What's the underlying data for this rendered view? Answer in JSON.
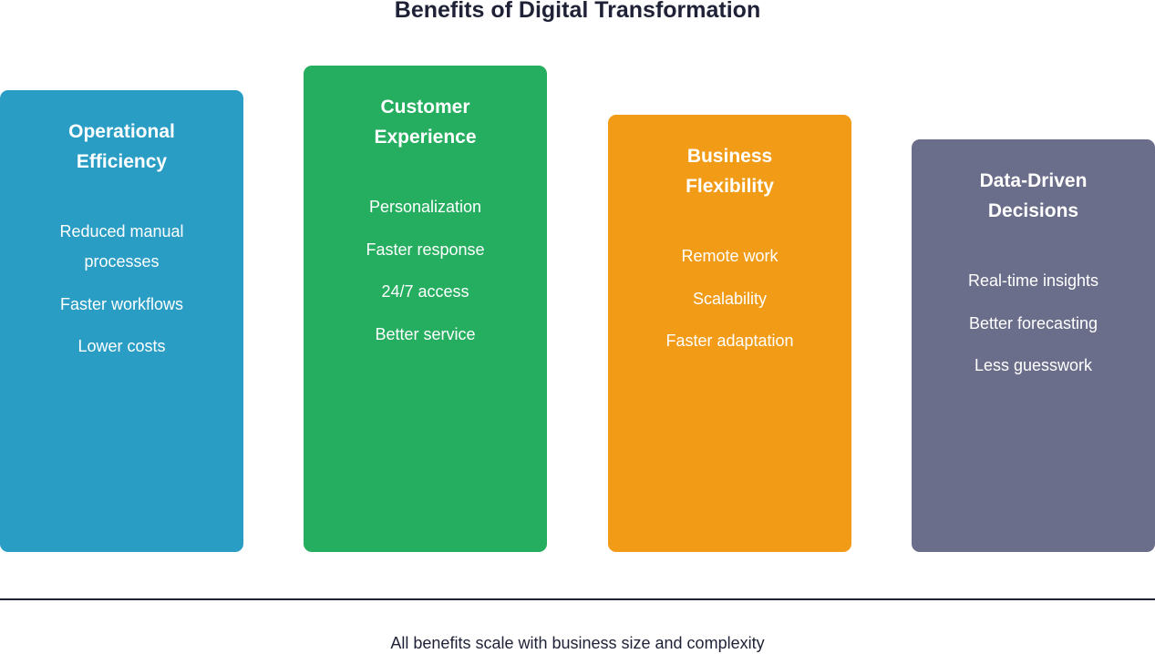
{
  "title": "Benefits of Digital Transformation",
  "cards": [
    {
      "title_lines": [
        "Operational",
        "Efficiency"
      ],
      "items": [
        "Reduced manual processes",
        "Faster workflows",
        "Lower costs"
      ],
      "color": "#2a9dc5"
    },
    {
      "title_lines": [
        "Customer",
        "Experience"
      ],
      "items": [
        "Personalization",
        "Faster response",
        "24/7 access",
        "Better service"
      ],
      "color": "#26ae60"
    },
    {
      "title_lines": [
        "Business",
        "Flexibility"
      ],
      "items": [
        "Remote work",
        "Scalability",
        "Faster adaptation"
      ],
      "color": "#f19b16"
    },
    {
      "title_lines": [
        "Data-Driven",
        "Decisions"
      ],
      "items": [
        "Real-time insights",
        "Better forecasting",
        "Less guesswork"
      ],
      "color": "#6b6e8a"
    }
  ],
  "footer": "All benefits scale with business size and complexity"
}
